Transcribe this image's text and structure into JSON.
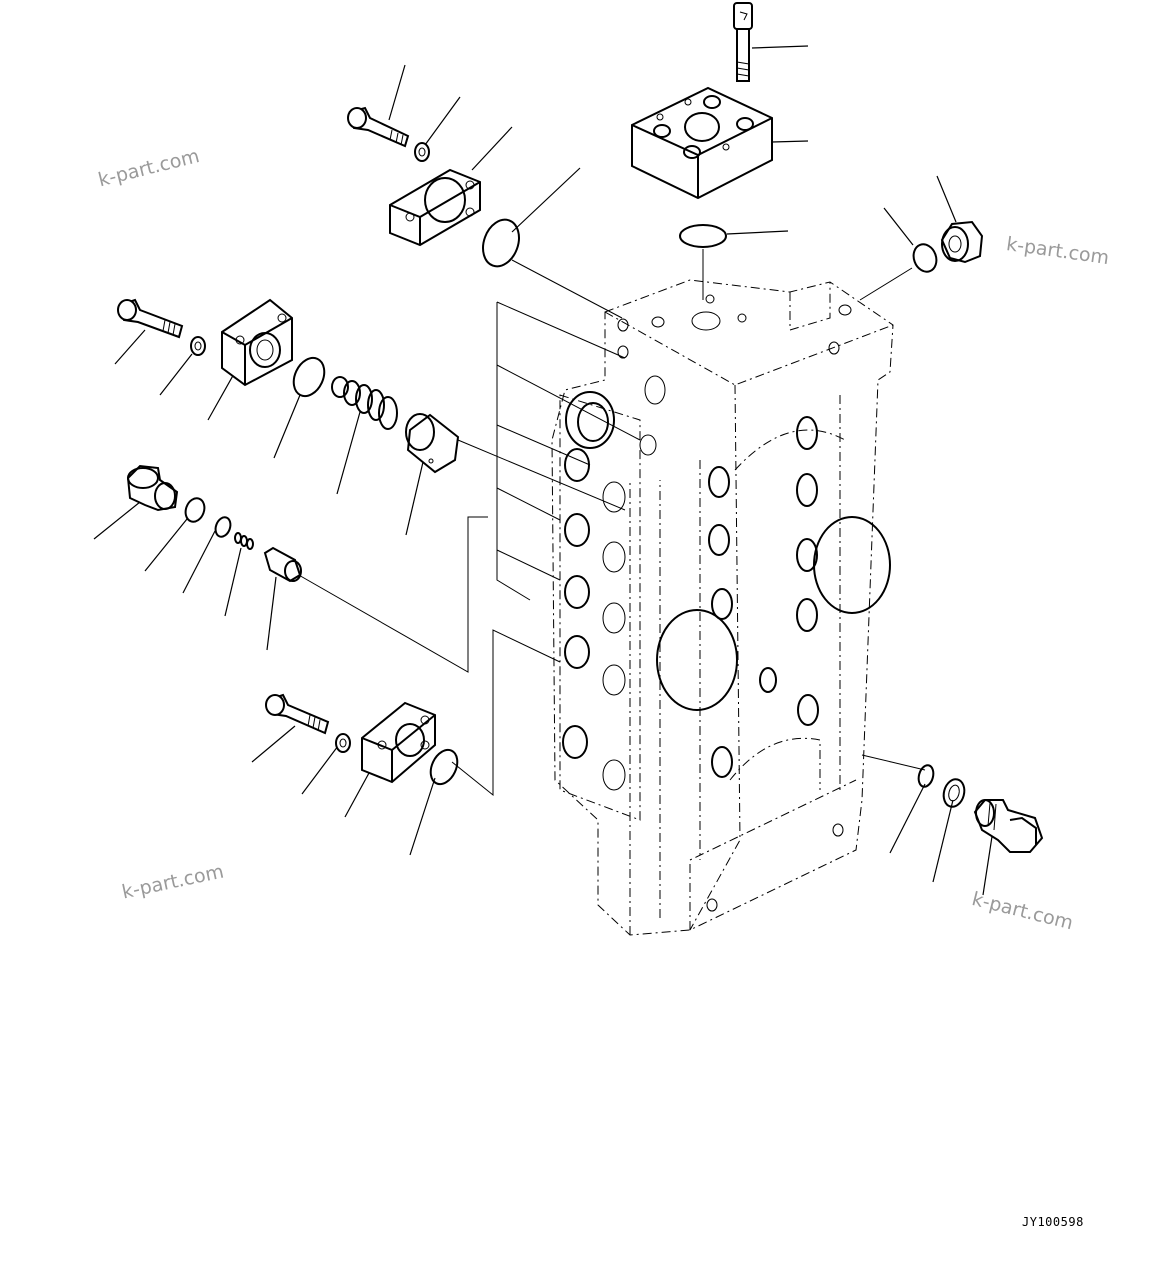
{
  "watermarks": [
    "k-part.com",
    "k-part.com",
    "k-part.com",
    "k-part.com"
  ],
  "drawing_code": "JY100598"
}
